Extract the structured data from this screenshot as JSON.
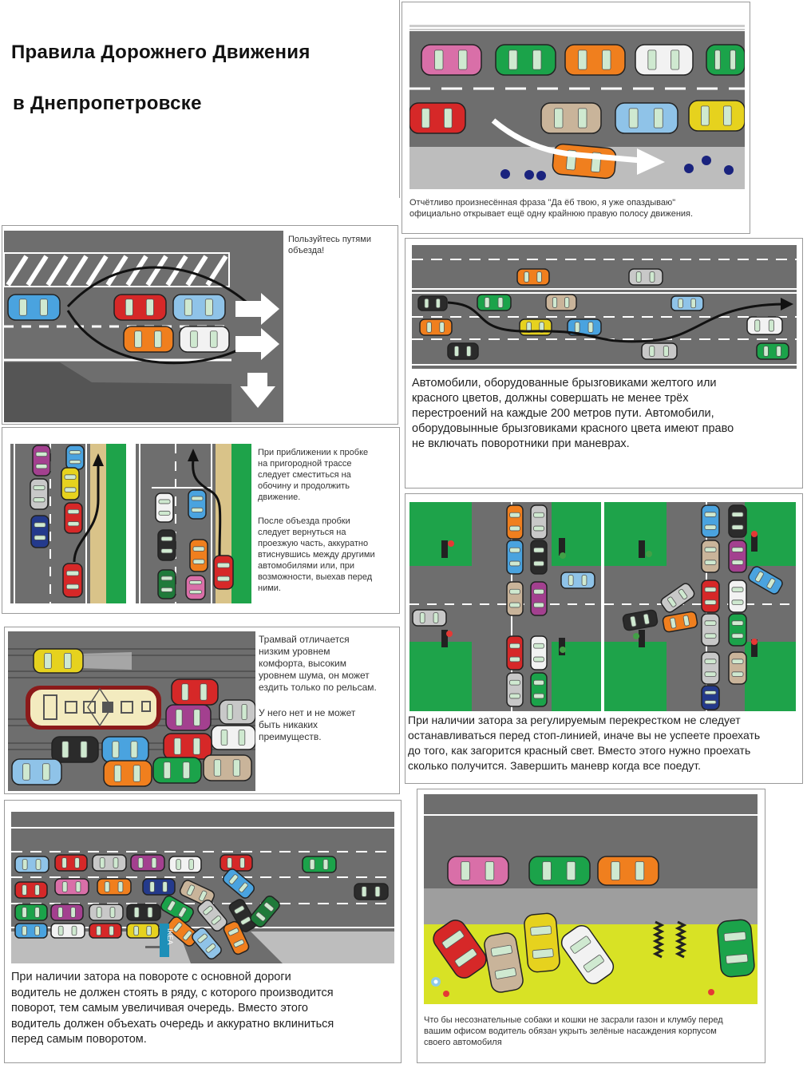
{
  "title": {
    "line1": "Правила Дорожнего Движения",
    "line2": "в Днепропетровске"
  },
  "panels": [
    {
      "id": "p1",
      "caption": "Отчётливо произнесённая фраза \"Да ёб твою, я уже опаздываю\"\nофициально открывает ещё одну крайнюю правую полосу движения."
    },
    {
      "id": "p2",
      "caption": "Пользуйтесь путями\nобъезда!"
    },
    {
      "id": "p3",
      "caption": "Автомобили, оборудованные брызговиками желтого или\nкрасного цветов, должны совершать не менее трёх\nперестроений на каждые 200 метров пути. Автомобили,\nоборудовынные брызговиками красного цвета имеют право\nне включать поворотники при маневрах."
    },
    {
      "id": "p4",
      "caption1": "При приближении к пробке\nна пригородной трассе\nследует сместиться на\nобочину и продолжить\nдвижение.",
      "caption2": "После объезда пробки\nследует вернуться на\nпроезжую часть, аккуратно\nвтиснувшись между другими\nавтомобилями или, при\nвозможности, выехав перед\nними."
    },
    {
      "id": "p5",
      "caption": "При наличии затора за регулируемым перекрестком не следует\nостанавливаться перед стоп-линией, иначе вы не успеете проехать\nдо того, как загорится красный свет. Вместо этого нужно проехать\nсколько получится. Завершить маневр когда все поедут."
    },
    {
      "id": "p6",
      "caption1": "Трамвай отличается\nнизким уровнем\nкомфорта, высоким\nуровнем шума, он может\nездить только по рельсам.",
      "caption2": "У него нет и не может\nбыть никаких\nпреимуществ."
    },
    {
      "id": "p7",
      "caption": "При наличии затора на повороте с основной дороги\nводитель не должен стоять в ряду, с которого производится\nповорот, тем самым увеличивая очередь. Вместо этого\nводитель должен объехать очередь и аккуратно вклиниться\nперед самым поворотом.",
      "sign": "IKEA"
    },
    {
      "id": "p8",
      "caption": "Что бы несознательные собаки и кошки не засрали газон и клумбу перед\nвашим офисом водитель обязан укрыть зелёные насаждения корпусом\nсвоего автомобиля"
    }
  ],
  "colors": {
    "road": "#6e6e6e",
    "road_dark": "#555555",
    "grass": "#1ea34a",
    "lawn": "#d8e225",
    "sand": "#d9c389",
    "arrow": "#ffffff",
    "border": "#9a9a9a"
  },
  "icons": [
    "car-icon",
    "arrow-right-icon",
    "arrow-down-icon",
    "traffic-light-icon",
    "tram-icon",
    "flower-icon"
  ]
}
